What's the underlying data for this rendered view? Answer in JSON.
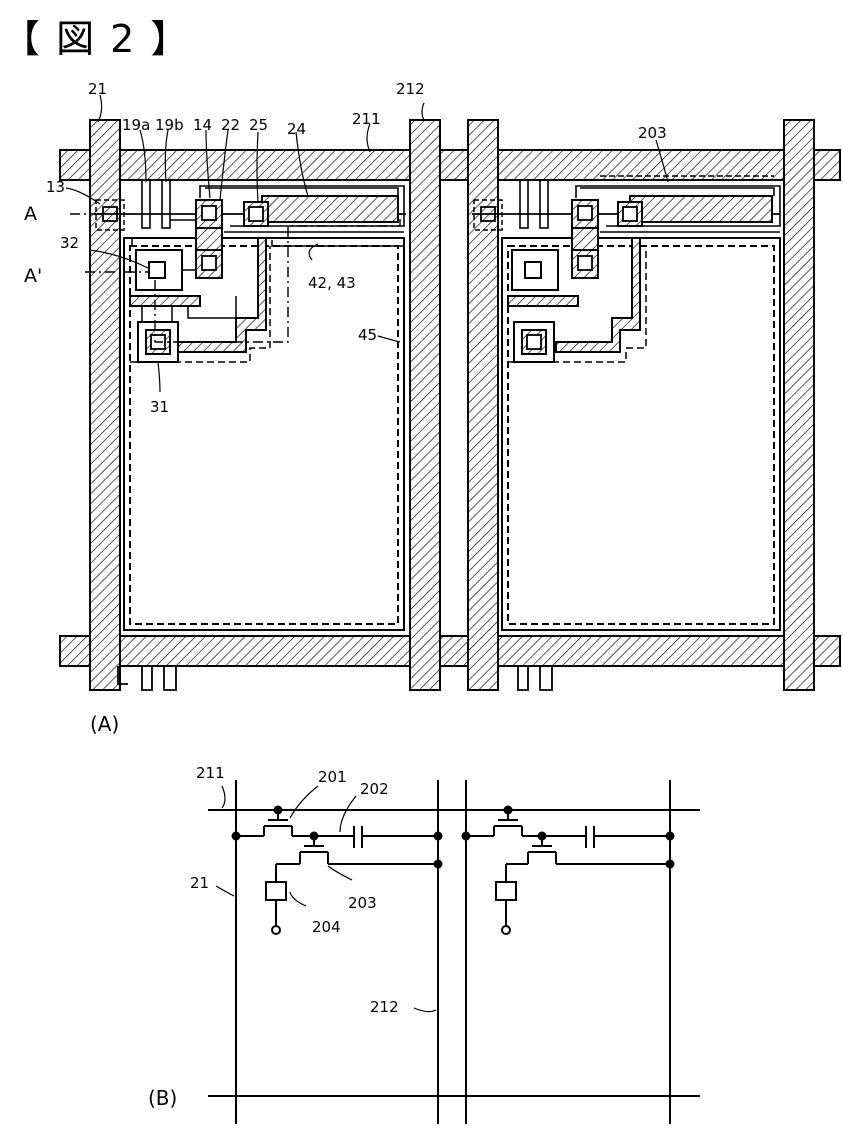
{
  "figure_title": "【 図 2 】",
  "panel_a": {
    "label": "(A)",
    "refs": {
      "r21": "21",
      "r212": "212",
      "r211": "211",
      "r19a": "19a",
      "r19b": "19b",
      "r14": "14",
      "r22": "22",
      "r25": "25",
      "r24": "24",
      "r13": "13",
      "rA": "A",
      "rA2": "A'",
      "r32": "32",
      "r4243": "42, 43",
      "r45": "45",
      "r31": "31",
      "r203": "203"
    }
  },
  "panel_b": {
    "label": "(B)",
    "refs": {
      "r211": "211",
      "r201": "201",
      "r202": "202",
      "r21": "21",
      "r203": "203",
      "r204": "204",
      "r212": "212"
    }
  }
}
